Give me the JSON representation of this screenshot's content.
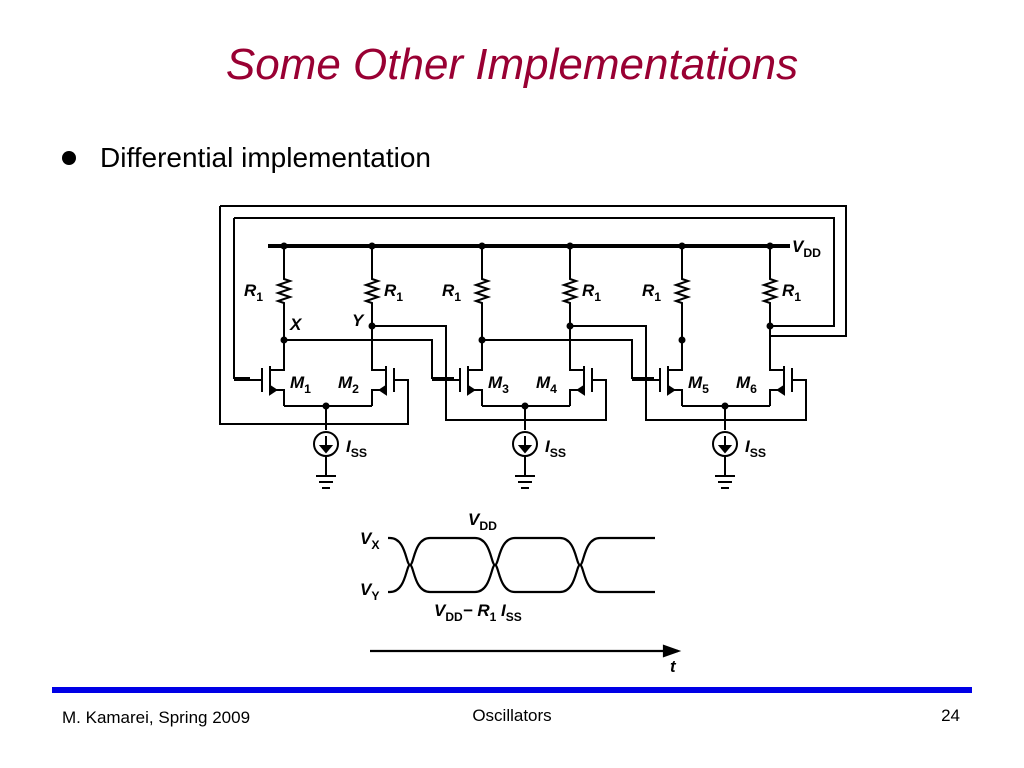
{
  "slide": {
    "title": "Some Other Implementations",
    "bullet": "Differential implementation",
    "title_color": "#990033",
    "rule_color": "#0000e6"
  },
  "diagram": {
    "supply_label": "V",
    "supply_sub": "DD",
    "node_x": "X",
    "node_y": "Y",
    "resistor_label": "R",
    "resistor_sub": "1",
    "transistor_labels": [
      "M",
      "M",
      "M",
      "M",
      "M",
      "M"
    ],
    "transistor_subs": [
      "1",
      "2",
      "3",
      "4",
      "5",
      "6"
    ],
    "current_label": "I",
    "current_sub": "SS",
    "waveform": {
      "vx_label": "V",
      "vx_sub": "X",
      "vy_label": "V",
      "vy_sub": "Y",
      "high_label": "V",
      "high_sub": "DD",
      "low_expr_1": "V",
      "low_expr_sub1": "DD",
      "low_expr_2": "− R",
      "low_expr_sub2": "1",
      "low_expr_3": " I",
      "low_expr_sub3": "SS",
      "time_label": "t"
    }
  },
  "footer": {
    "author": "M. Kamarei, Spring 2009",
    "topic": "Oscillators",
    "page": "24"
  }
}
